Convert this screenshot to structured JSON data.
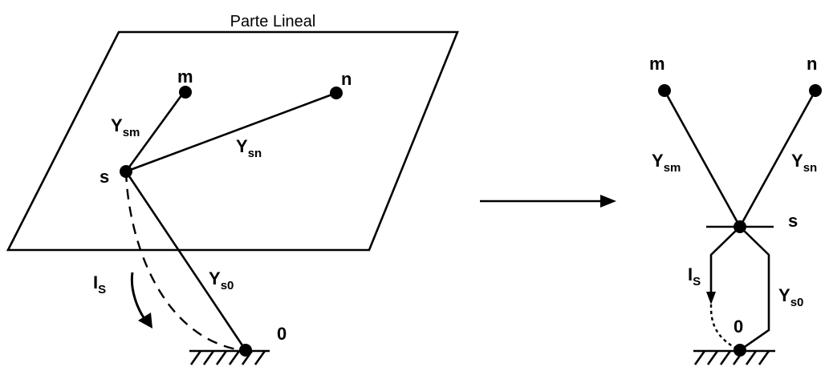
{
  "plane_title": "Parte Lineal",
  "left": {
    "node_m": "m",
    "node_n": "n",
    "node_s": "s",
    "node_0": "0",
    "y_sm": {
      "main": "Y",
      "sub": "sm"
    },
    "y_sn": {
      "main": "Y",
      "sub": "sn"
    },
    "y_s0": {
      "main": "Y",
      "sub": "s0"
    },
    "current": {
      "main": "I",
      "sub": "S"
    }
  },
  "right": {
    "node_m": "m",
    "node_n": "n",
    "node_s": "s",
    "node_0": "0",
    "y_sm": {
      "main": "Y",
      "sub": "sm"
    },
    "y_sn": {
      "main": "Y",
      "sub": "sn"
    },
    "y_s0": {
      "main": "Y",
      "sub": "s0"
    },
    "current": {
      "main": "I",
      "sub": "S"
    }
  },
  "colors": {
    "ink": "#000000",
    "background": "#ffffff"
  }
}
